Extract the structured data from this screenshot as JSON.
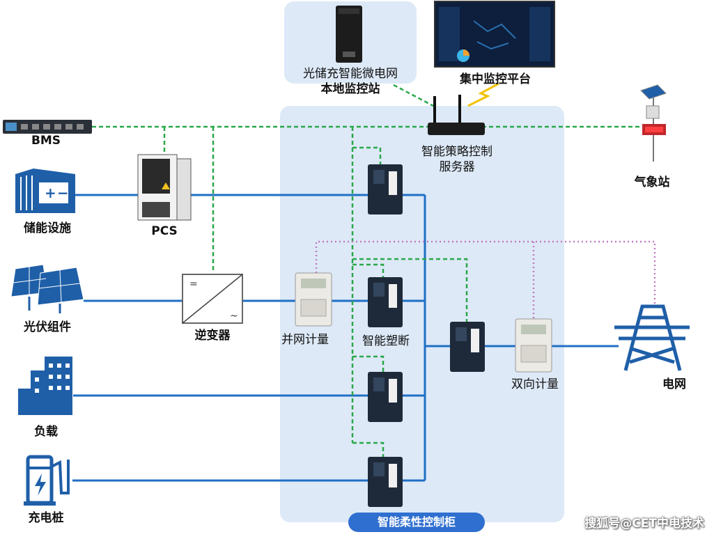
{
  "labels": {
    "bms": "BMS",
    "storage": "储能设施",
    "pcs": "PCS",
    "pv": "光伏组件",
    "inverter": "逆变器",
    "load": "负载",
    "charger": "充电桩",
    "local_station_line1": "光储充智能微电网",
    "local_station_line2": "本地监控站",
    "central_platform": "集中监控平台",
    "server_line1": "智能策略控制",
    "server_line2": "服务器",
    "weather": "气象站",
    "grid_meter": "并网计量",
    "breaker": "智能塑断",
    "bidirectional_meter": "双向计量",
    "grid": "电网",
    "cabinet": "智能柔性控制柜"
  },
  "watermark": "搜狐号@CET中电技术",
  "colors": {
    "power_line": "#1f6fc4",
    "comm_line": "#2aa84a",
    "meter_comm": "#c07ac0",
    "panel_bg": "#dde9f7",
    "icon_blue": "#1f5fa8"
  }
}
